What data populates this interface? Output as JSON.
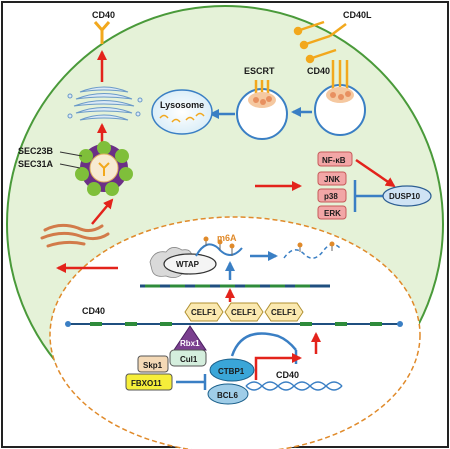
{
  "labels": {
    "cd40_top": "CD40",
    "cd40l": "CD40L",
    "cd40_endo": "CD40",
    "escrt": "ESCRT",
    "lysosome": "Lysosome",
    "sec23b": "SEC23B",
    "sec31a": "SEC31A",
    "nfkb": "NF-κB",
    "jnk": "JNK",
    "p38": "p38",
    "erk": "ERK",
    "dusp10": "DUSP10",
    "m6a": "m6A",
    "wtap": "WTAP",
    "cd40_mrna": "CD40",
    "celf1_a": "CELF1",
    "celf1_b": "CELF1",
    "celf1_c": "CELF1",
    "rbx1": "Rbx1",
    "cul1": "Cul1",
    "skp1": "Skp1",
    "fbxo11": "FBXO11",
    "ctbp1": "CTBP1",
    "bcl6": "BCL6",
    "cd40_gene": "CD40"
  },
  "colors": {
    "cell_fill": "#e5f2d8",
    "cell_border": "#4a9a3a",
    "nucleus_border": "#e08a2a",
    "red_arrow": "#e3231b",
    "blue_arrow": "#3a7fc4",
    "celf1": "#fbe9b0",
    "fbxo11": "#f6ee3a",
    "ctbp1": "#3aa6d8",
    "bcl6": "#9fcde8",
    "kinase": "#f2a6a6"
  }
}
